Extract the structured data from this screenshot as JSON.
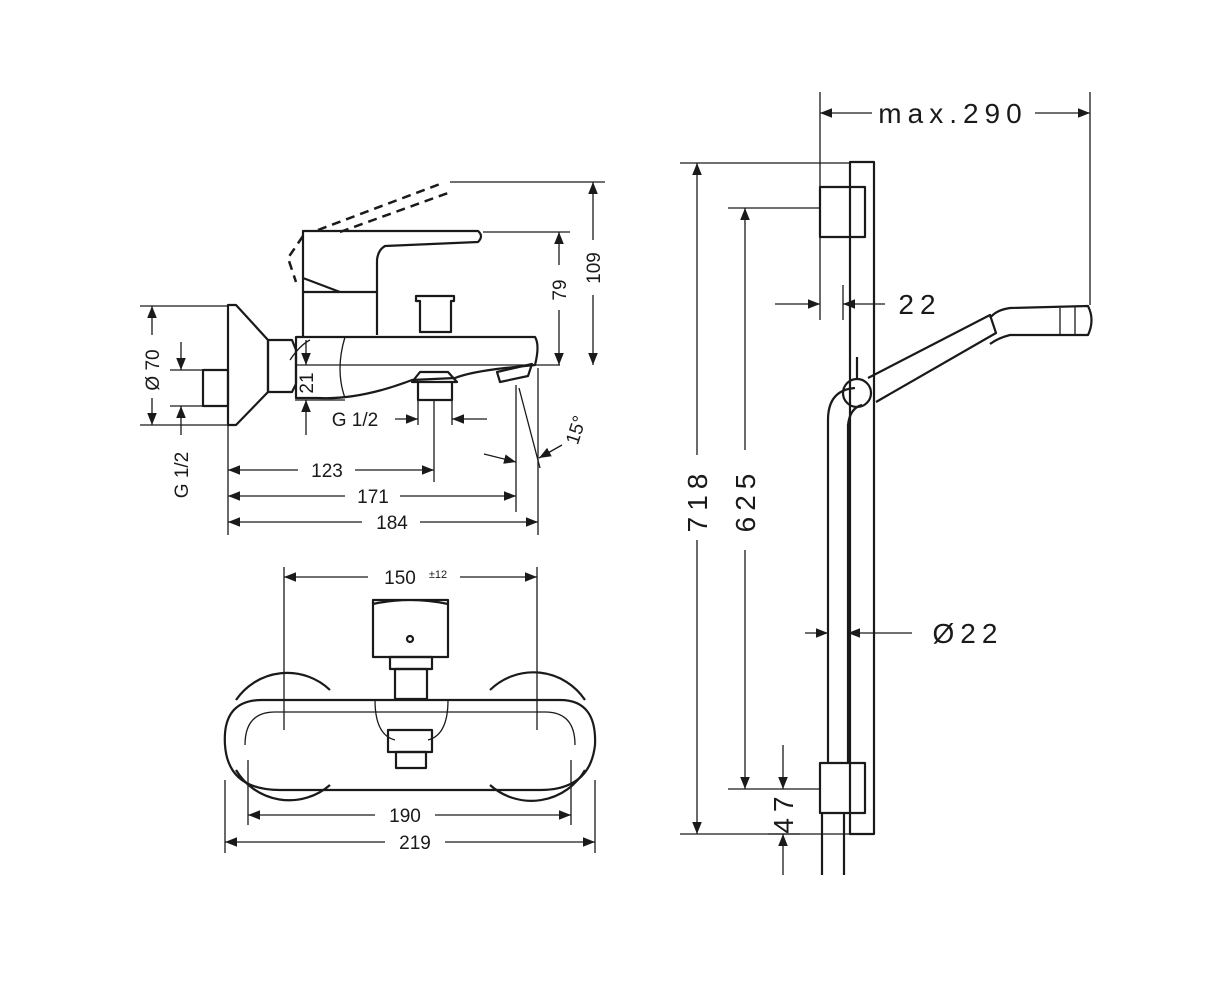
{
  "side_view": {
    "dims": {
      "flange_dia": "Ø 70",
      "inlet_thread": "G 1/2",
      "outlet_thread": "G 1/2",
      "offset": "21",
      "height_lever": "79",
      "height_max": "109",
      "angle": "15°",
      "to_outlet": "123",
      "to_spout_tip": "171",
      "overall_depth": "184"
    }
  },
  "front_view": {
    "dims": {
      "centers": "150",
      "centers_tolerance": "±12",
      "body_width": "190",
      "overall_width": "219"
    }
  },
  "shower_rail": {
    "dims": {
      "projection": "max.290",
      "wall_gap": "22",
      "rail_length": "718",
      "holder_spacing": "625",
      "rod_dia": "Ø22",
      "bottom_offset": "47"
    }
  }
}
